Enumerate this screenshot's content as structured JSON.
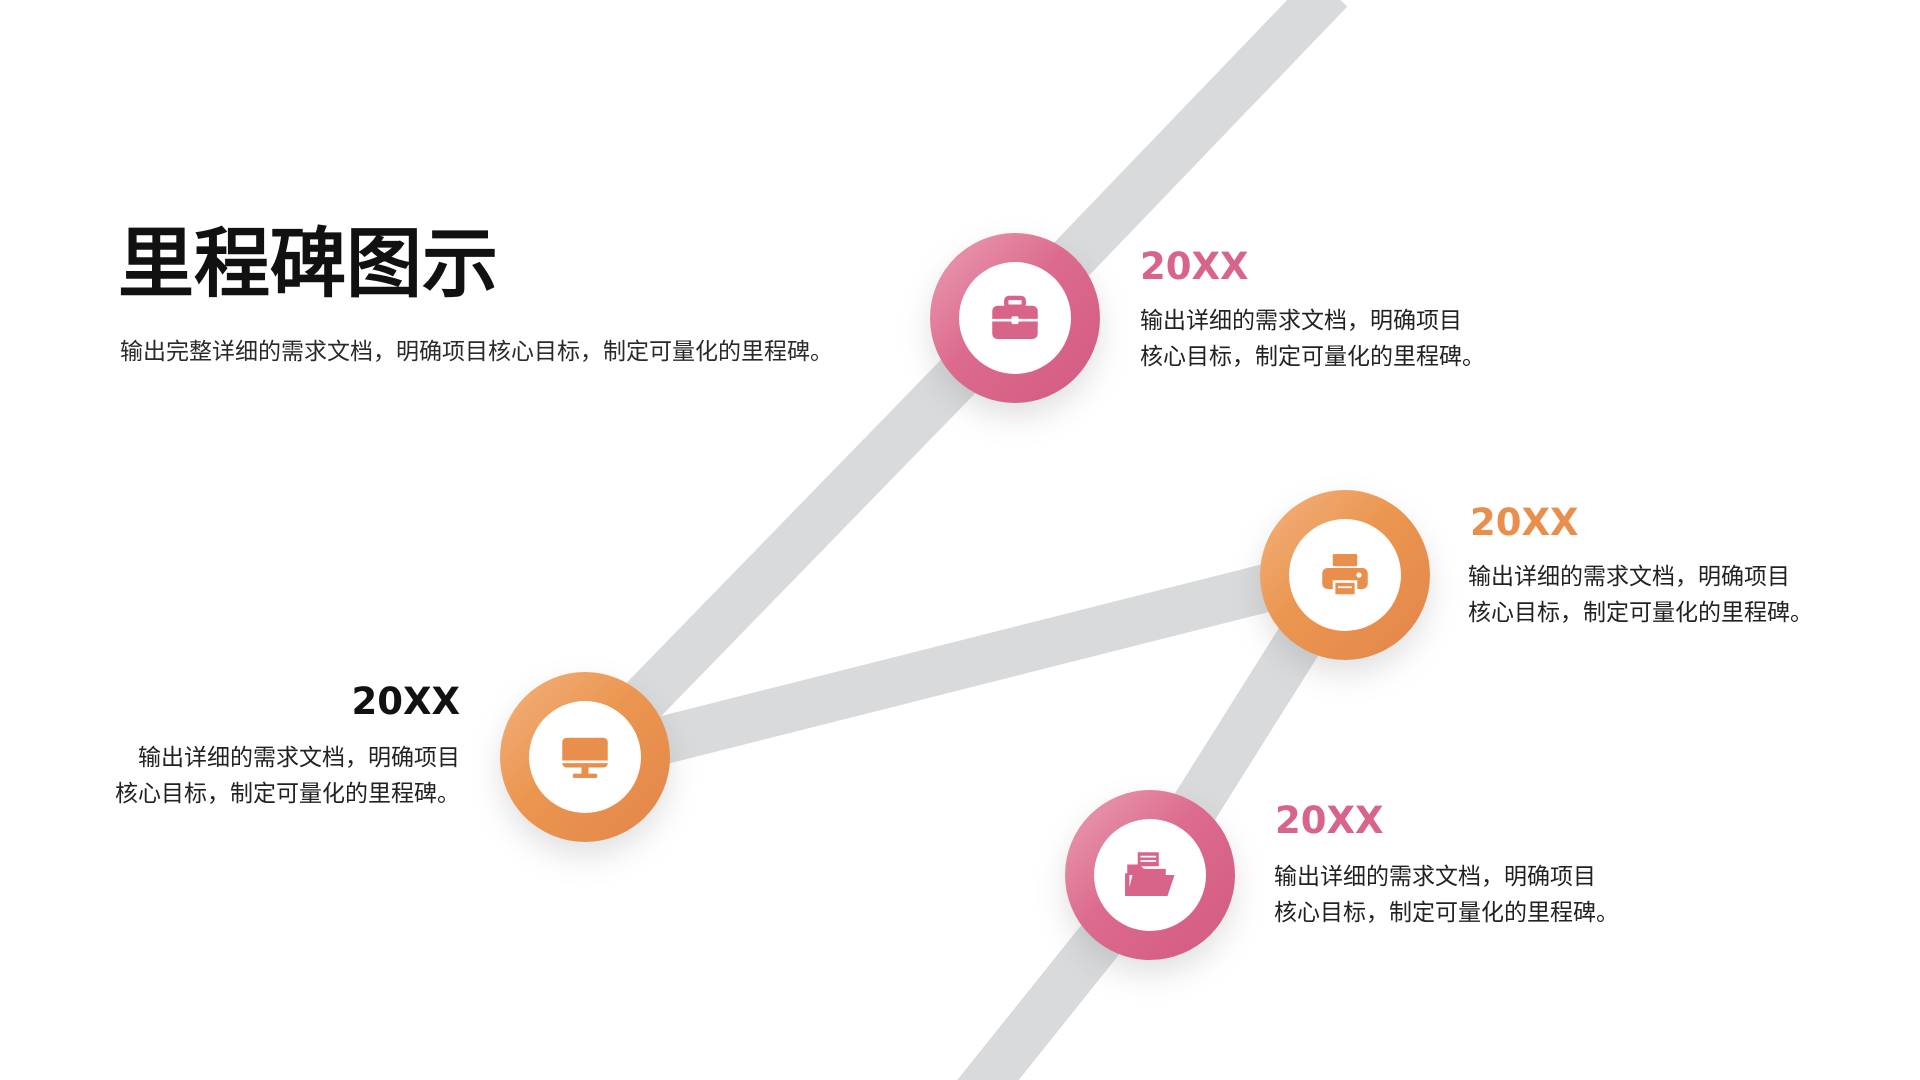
{
  "header": {
    "title": "里程碑图示",
    "subtitle": "输出完整详细的需求文档，明确项目核心目标，制定可量化的里程碑。"
  },
  "colors": {
    "pink": "#d9648a",
    "orange": "#e88f4e",
    "track": "#d9dadb",
    "black": "#111111"
  },
  "milestones": [
    {
      "year": "20XX",
      "line1": "输出详细的需求文档，明确项目",
      "line2": "核心目标，制定可量化的里程碑。",
      "icon": "briefcase-icon",
      "color": "pink"
    },
    {
      "year": "20XX",
      "line1": "输出详细的需求文档，明确项目",
      "line2": "核心目标，制定可量化的里程碑。",
      "icon": "printer-icon",
      "color": "orange"
    },
    {
      "year": "20XX",
      "line1": "输出详细的需求文档，明确项目",
      "line2": "核心目标，制定可量化的里程碑。",
      "icon": "monitor-icon",
      "color": "orange"
    },
    {
      "year": "20XX",
      "line1": "输出详细的需求文档，明确项目",
      "line2": "核心目标，制定可量化的里程碑。",
      "icon": "folder-icon",
      "color": "pink"
    }
  ]
}
